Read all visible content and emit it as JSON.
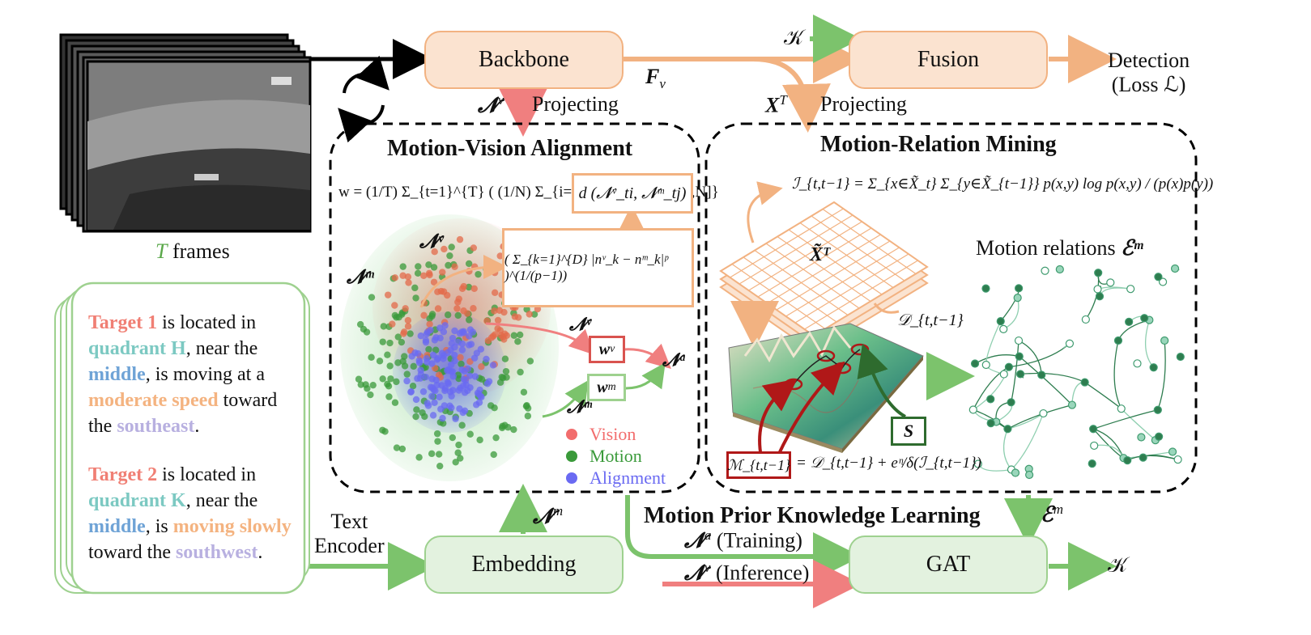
{
  "frames": {
    "label_var": "T",
    "label_text": "frames"
  },
  "nodes": {
    "backbone": "Backbone",
    "fusion": "Fusion",
    "detection_line1": "Detection",
    "detection_line2": "(Loss ℒ)",
    "embedding": "Embedding",
    "gat": "GAT"
  },
  "edge_labels": {
    "fv": "F",
    "fv_sub": "v",
    "k_in": "𝒦",
    "k_out": "𝒦",
    "xt": "X",
    "xt_sup": "T",
    "projecting_left": "Projecting",
    "projecting_right": "Projecting",
    "nv_left": "𝓝",
    "nv_left_sup": "v",
    "nm_up": "𝓝",
    "nm_up_sup": "m",
    "em": "ℰ",
    "em_sup": "m",
    "na_training": "(Training)",
    "na_sym": "𝓝",
    "na_sup": "a",
    "nv_inference": "(Inference)",
    "nv_sym": "𝓝",
    "nv_sup": "v",
    "text_encoder_line1": "Text",
    "text_encoder_line2": "Encoder"
  },
  "sections": {
    "mva": "Motion-Vision Alignment",
    "mrm": "Motion-Relation Mining",
    "mpkl": "Motion Prior Knowledge Learning"
  },
  "mva": {
    "eq_w": "w = (1/T) Σ_{t=1}^{T} ( (1/N) Σ_{i=1}^{N} min_{j∈[1,N]}",
    "eq_d": "d (𝓝ᵛ_ti, 𝓝ᵐ_tj)",
    "eq_norm": "( Σ_{k=1}^{D} |nᵛ_k − nᵐ_k|ᵖ )^(1/(p−1))",
    "nv_cloud": "𝓝ᵛ",
    "nm_cloud": "𝓝ᵐ",
    "nv_arrow": "𝓝ᵛ",
    "nm_arrow": "𝓝ᵐ",
    "na_out": "𝓝ᵃ",
    "wv": "w",
    "wv_sub": "v",
    "wm": "w",
    "wm_sub": "m",
    "legend": [
      {
        "label": "Vision",
        "color": "#f26d6d"
      },
      {
        "label": "Motion",
        "color": "#3a9a3a"
      },
      {
        "label": "Alignment",
        "color": "#6a6af2"
      }
    ]
  },
  "mrm": {
    "eq_i": "ℐ_{t,t−1} = Σ_{x∈X̃_t} Σ_{y∈X̃_{t−1}} p(x,y) log p(x,y) / (p(x)p(y))",
    "xt_tilde": "X̃ᵀ",
    "d_label": "𝒟_{t,t−1}",
    "s_label": "S",
    "m_label": "ℳ_{t,t−1}",
    "m_eq": "= 𝒟_{t,t−1} + eᶯ/δ(ℐ_{t,t−1})",
    "relations": "Motion relations",
    "relations_sym": "ℰᵐ"
  },
  "text_card": {
    "t1": "Target 1",
    "t1_a": " is located in ",
    "t1_q": "quadrant H",
    "t1_b": ", near the ",
    "t1_m": "middle",
    "t1_c": ", is moving at a ",
    "t1_s": "moderate speed",
    "t1_d": " toward the ",
    "t1_dir": "southeast",
    "t1_e": ".",
    "t2": "Target 2",
    "t2_a": " is located in ",
    "t2_q": "quadrant K",
    "t2_b": ", near the ",
    "t2_m": "middle",
    "t2_c": ", is ",
    "t2_s": "moving slowly",
    "t2_d": " toward the ",
    "t2_dir": "southwest",
    "t2_e": "."
  },
  "colors": {
    "orange_fill": "#fbe3d0",
    "orange_stroke": "#f2b281",
    "green_fill": "#e3f2df",
    "green_stroke": "#9ed18f",
    "red_arrow": "#f07f7f",
    "green_arrow": "#7cc36c"
  }
}
